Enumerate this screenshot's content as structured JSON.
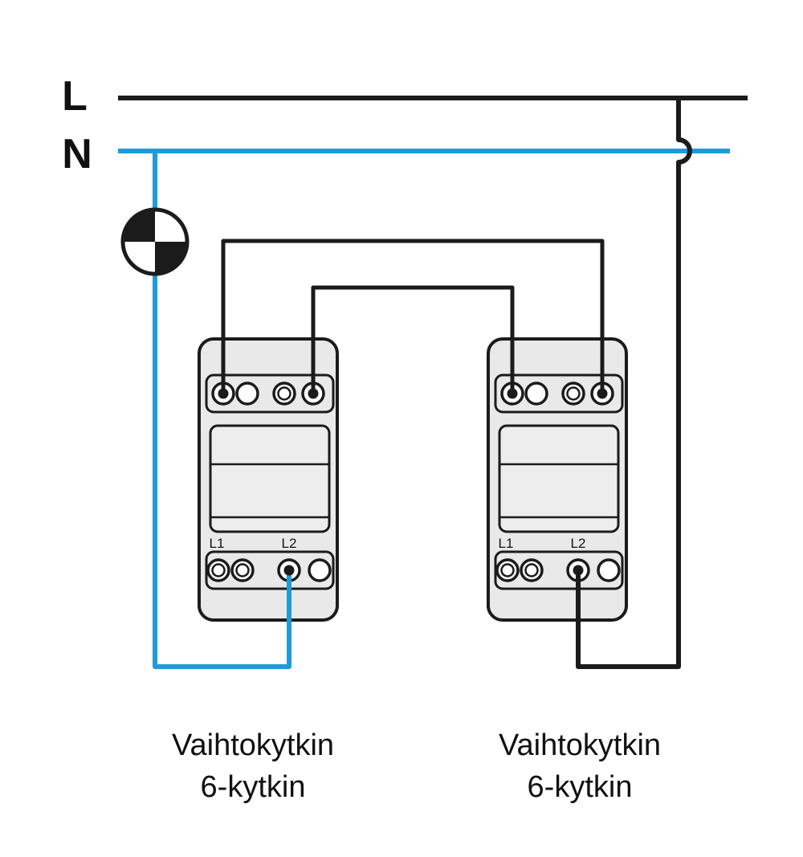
{
  "diagram": {
    "bus": {
      "line_label": "L",
      "neutral_label": "N"
    },
    "colors": {
      "line_wire": "#1b1b1b",
      "neutral_wire": "#1e9cd7",
      "device_fill": "#e9e9e9",
      "background": "#ffffff"
    },
    "lamp": {
      "icon": "lamp-indicator-icon"
    },
    "switches": [
      {
        "position": "left",
        "terminals": {
          "l1": "L1",
          "l2": "L2"
        },
        "caption_line1": "Vaihtokytkin",
        "caption_line2": "6-kytkin"
      },
      {
        "position": "right",
        "terminals": {
          "l1": "L1",
          "l2": "L2"
        },
        "caption_line1": "Vaihtokytkin",
        "caption_line2": "6-kytkin"
      }
    ]
  }
}
